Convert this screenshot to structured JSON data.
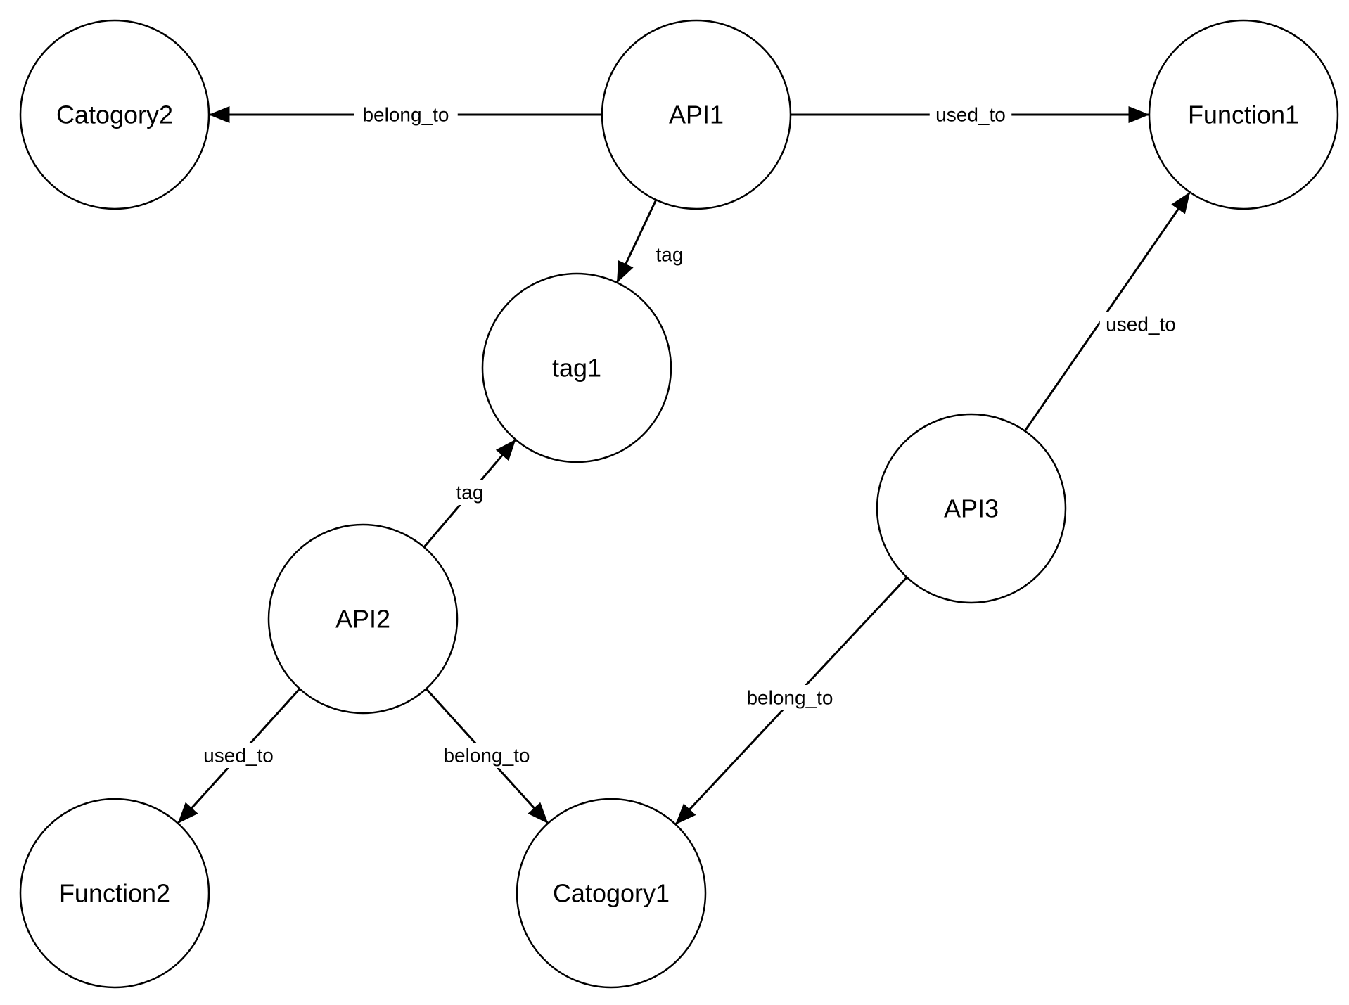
{
  "diagram": {
    "nodes": [
      {
        "id": "api1",
        "label": "API1"
      },
      {
        "id": "api2",
        "label": "API2"
      },
      {
        "id": "api3",
        "label": "API3"
      },
      {
        "id": "tag1",
        "label": "tag1"
      },
      {
        "id": "catogory1",
        "label": "Catogory1"
      },
      {
        "id": "catogory2",
        "label": "Catogory2"
      },
      {
        "id": "function1",
        "label": "Function1"
      },
      {
        "id": "function2",
        "label": "Function2"
      }
    ],
    "edges": [
      {
        "id": "e1",
        "from": "api1",
        "to": "catogory2",
        "label": "belong_to"
      },
      {
        "id": "e2",
        "from": "api1",
        "to": "function1",
        "label": "used_to"
      },
      {
        "id": "e3",
        "from": "api1",
        "to": "tag1",
        "label": "tag"
      },
      {
        "id": "e4",
        "from": "api2",
        "to": "tag1",
        "label": "tag"
      },
      {
        "id": "e5",
        "from": "api2",
        "to": "function2",
        "label": "used_to"
      },
      {
        "id": "e6",
        "from": "api2",
        "to": "catogory1",
        "label": "belong_to"
      },
      {
        "id": "e7",
        "from": "api3",
        "to": "function1",
        "label": "used_to"
      },
      {
        "id": "e8",
        "from": "api3",
        "to": "catogory1",
        "label": "belong_to"
      }
    ],
    "colors": {
      "stroke": "#000000",
      "fill": "#ffffff",
      "text": "#000000"
    }
  }
}
